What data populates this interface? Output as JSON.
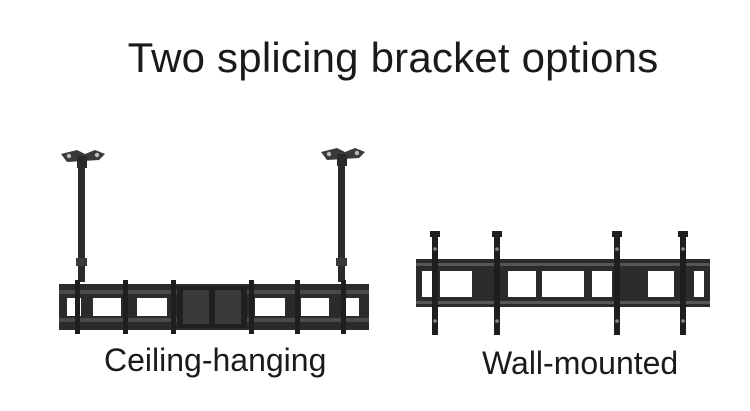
{
  "title": "Two splicing bracket options",
  "options": [
    {
      "label": "Ceiling-hanging"
    },
    {
      "label": "Wall-mounted"
    }
  ],
  "colors": {
    "background": "#ffffff",
    "text": "#1a1a1a",
    "bracket": "#2b2b2b",
    "bracket_light": "#5a5a5a"
  }
}
